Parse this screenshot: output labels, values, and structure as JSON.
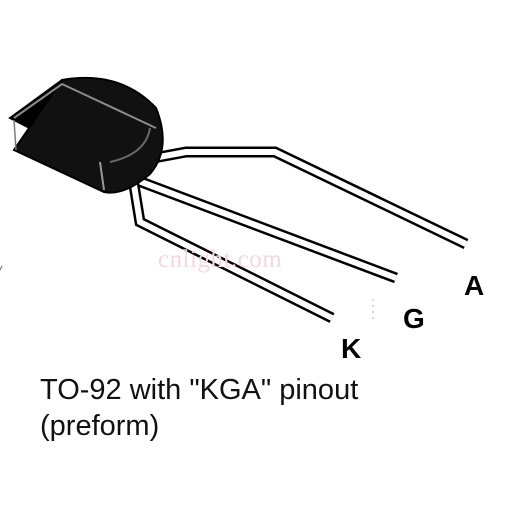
{
  "diagram": {
    "pins": {
      "a_label": "A",
      "g_label": "G",
      "k_label": "K"
    },
    "caption": {
      "line1": "TO-92 with \"KGA\" pinout",
      "line2": "(preform)"
    },
    "watermark": "cnlight.com",
    "colors": {
      "body": "#000000",
      "lead_outline": "#000000",
      "lead_fill": "#ffffff",
      "watermark": "#f3d8dc"
    }
  }
}
